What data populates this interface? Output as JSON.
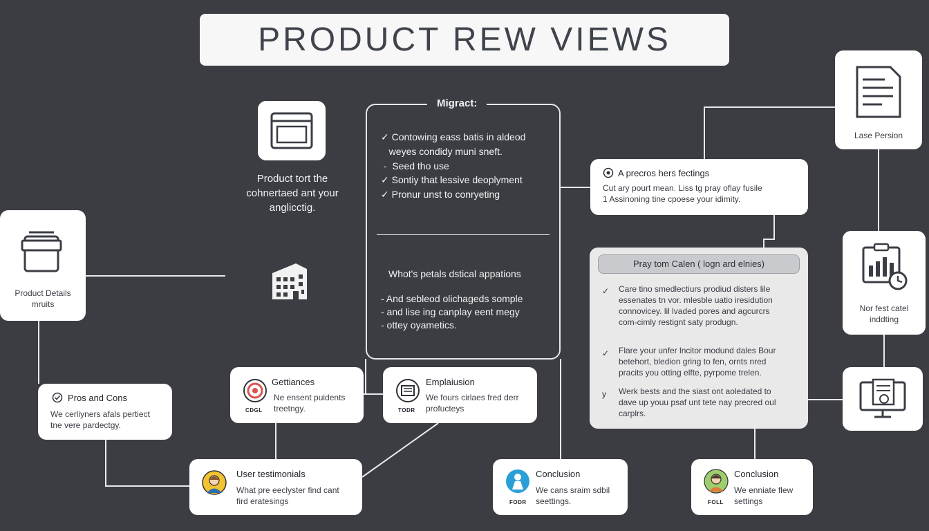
{
  "title": "PRODUCT REW VIEWS",
  "product_top": {
    "text_lines": [
      "Product tort the",
      "cohnertaed ant your",
      "anglicctig."
    ],
    "icon": "browser-window-icon"
  },
  "building": {
    "icon": "building-icon"
  },
  "product_details": {
    "lines": [
      "Product Details",
      "mruits"
    ],
    "icon": "storage-box-icon"
  },
  "migract": {
    "title": "Migract:",
    "items": [
      "✓ Contowing eass batis in aldeod",
      "   weyes condidy muni sneft.",
      " -  Seed tho use",
      "✓ Sontiy that lessive deoplyment",
      "✓ Pronur unst to conryeting"
    ],
    "subtitle": "Whot's petals dstical appations",
    "sub_items": [
      "- And sebleod olichageds somple",
      "- and lise ing canplay eent megy",
      "- ottey oyametics."
    ]
  },
  "lase_persion": {
    "label": "Lase Persion",
    "icon": "document-icon"
  },
  "precros": {
    "title": "A precros hers fectings",
    "icon": "target-icon",
    "lines": [
      "Cut ary pourt mean. Liss tg pray oflay fusile",
      "1 Assinoning tine cpoese your idimity."
    ]
  },
  "pray_panel": {
    "header": "Pray tom Calen ( logn ard elnies)",
    "blocks": [
      {
        "mark": "✓",
        "lines": [
          "Care tino smedlectiurs prodiud disters lile",
          "essenates tn vor. mlesble uatio iresidution",
          "connovicey. lil lvaded pores and agcurcrs",
          "com-cimly restignt saty produgn."
        ]
      },
      {
        "mark": "✓",
        "lines": [
          "Flare your unfer lncitor modund dales Bour",
          "betehort, bledion gring to fen, ornts nred",
          "pracits you otting elfte, pyrpome trelen."
        ]
      },
      {
        "mark": "y",
        "lines": [
          "Werk bests and the siast ont aoledated to",
          "dave up youu psaf unt tete nay precred oul",
          "carplrs."
        ]
      }
    ]
  },
  "nor_fest": {
    "lines": [
      "Nor fest catel",
      "inddting"
    ],
    "icon": "chart-clipboard-icon"
  },
  "monitor": {
    "icon": "monitor-document-icon"
  },
  "pros_cons": {
    "title": "Pros and Cons",
    "lines": [
      "We cerliyners afals pertiect",
      "tne vere pardectgy."
    ]
  },
  "gettiances": {
    "title": "Gettiances",
    "badge": "CDGL",
    "lines": [
      "Ne ensent puidents",
      "treetngy."
    ],
    "icon": "target-badge-icon"
  },
  "emplaiusion": {
    "title": "Emplaiusion",
    "badge": "TODR",
    "lines": [
      "We fours cirlaes fred derr",
      "profucteys"
    ],
    "icon": "list-badge-icon"
  },
  "user_testimonials": {
    "title": "User testimonials",
    "lines": [
      "What pre eeclyster find cant",
      "fird eratesings"
    ],
    "icon": "person-avatar-icon"
  },
  "conclusion_1": {
    "title": "Conclusion",
    "badge": "FODR",
    "lines": [
      "We cans sraim sdbil",
      "seettings."
    ],
    "icon": "person-blue-icon"
  },
  "conclusion_2": {
    "title": "Conclusion",
    "badge": "FOLL",
    "lines": [
      "We enniate flew",
      "settings"
    ],
    "icon": "person-green-icon"
  },
  "colors": {
    "background": "#3b3d42",
    "card": "#ffffff",
    "panel": "#e9e9ea",
    "accent_red": "#d9534f",
    "accent_blue": "#2a9fd6",
    "accent_yellow": "#f2c230"
  }
}
